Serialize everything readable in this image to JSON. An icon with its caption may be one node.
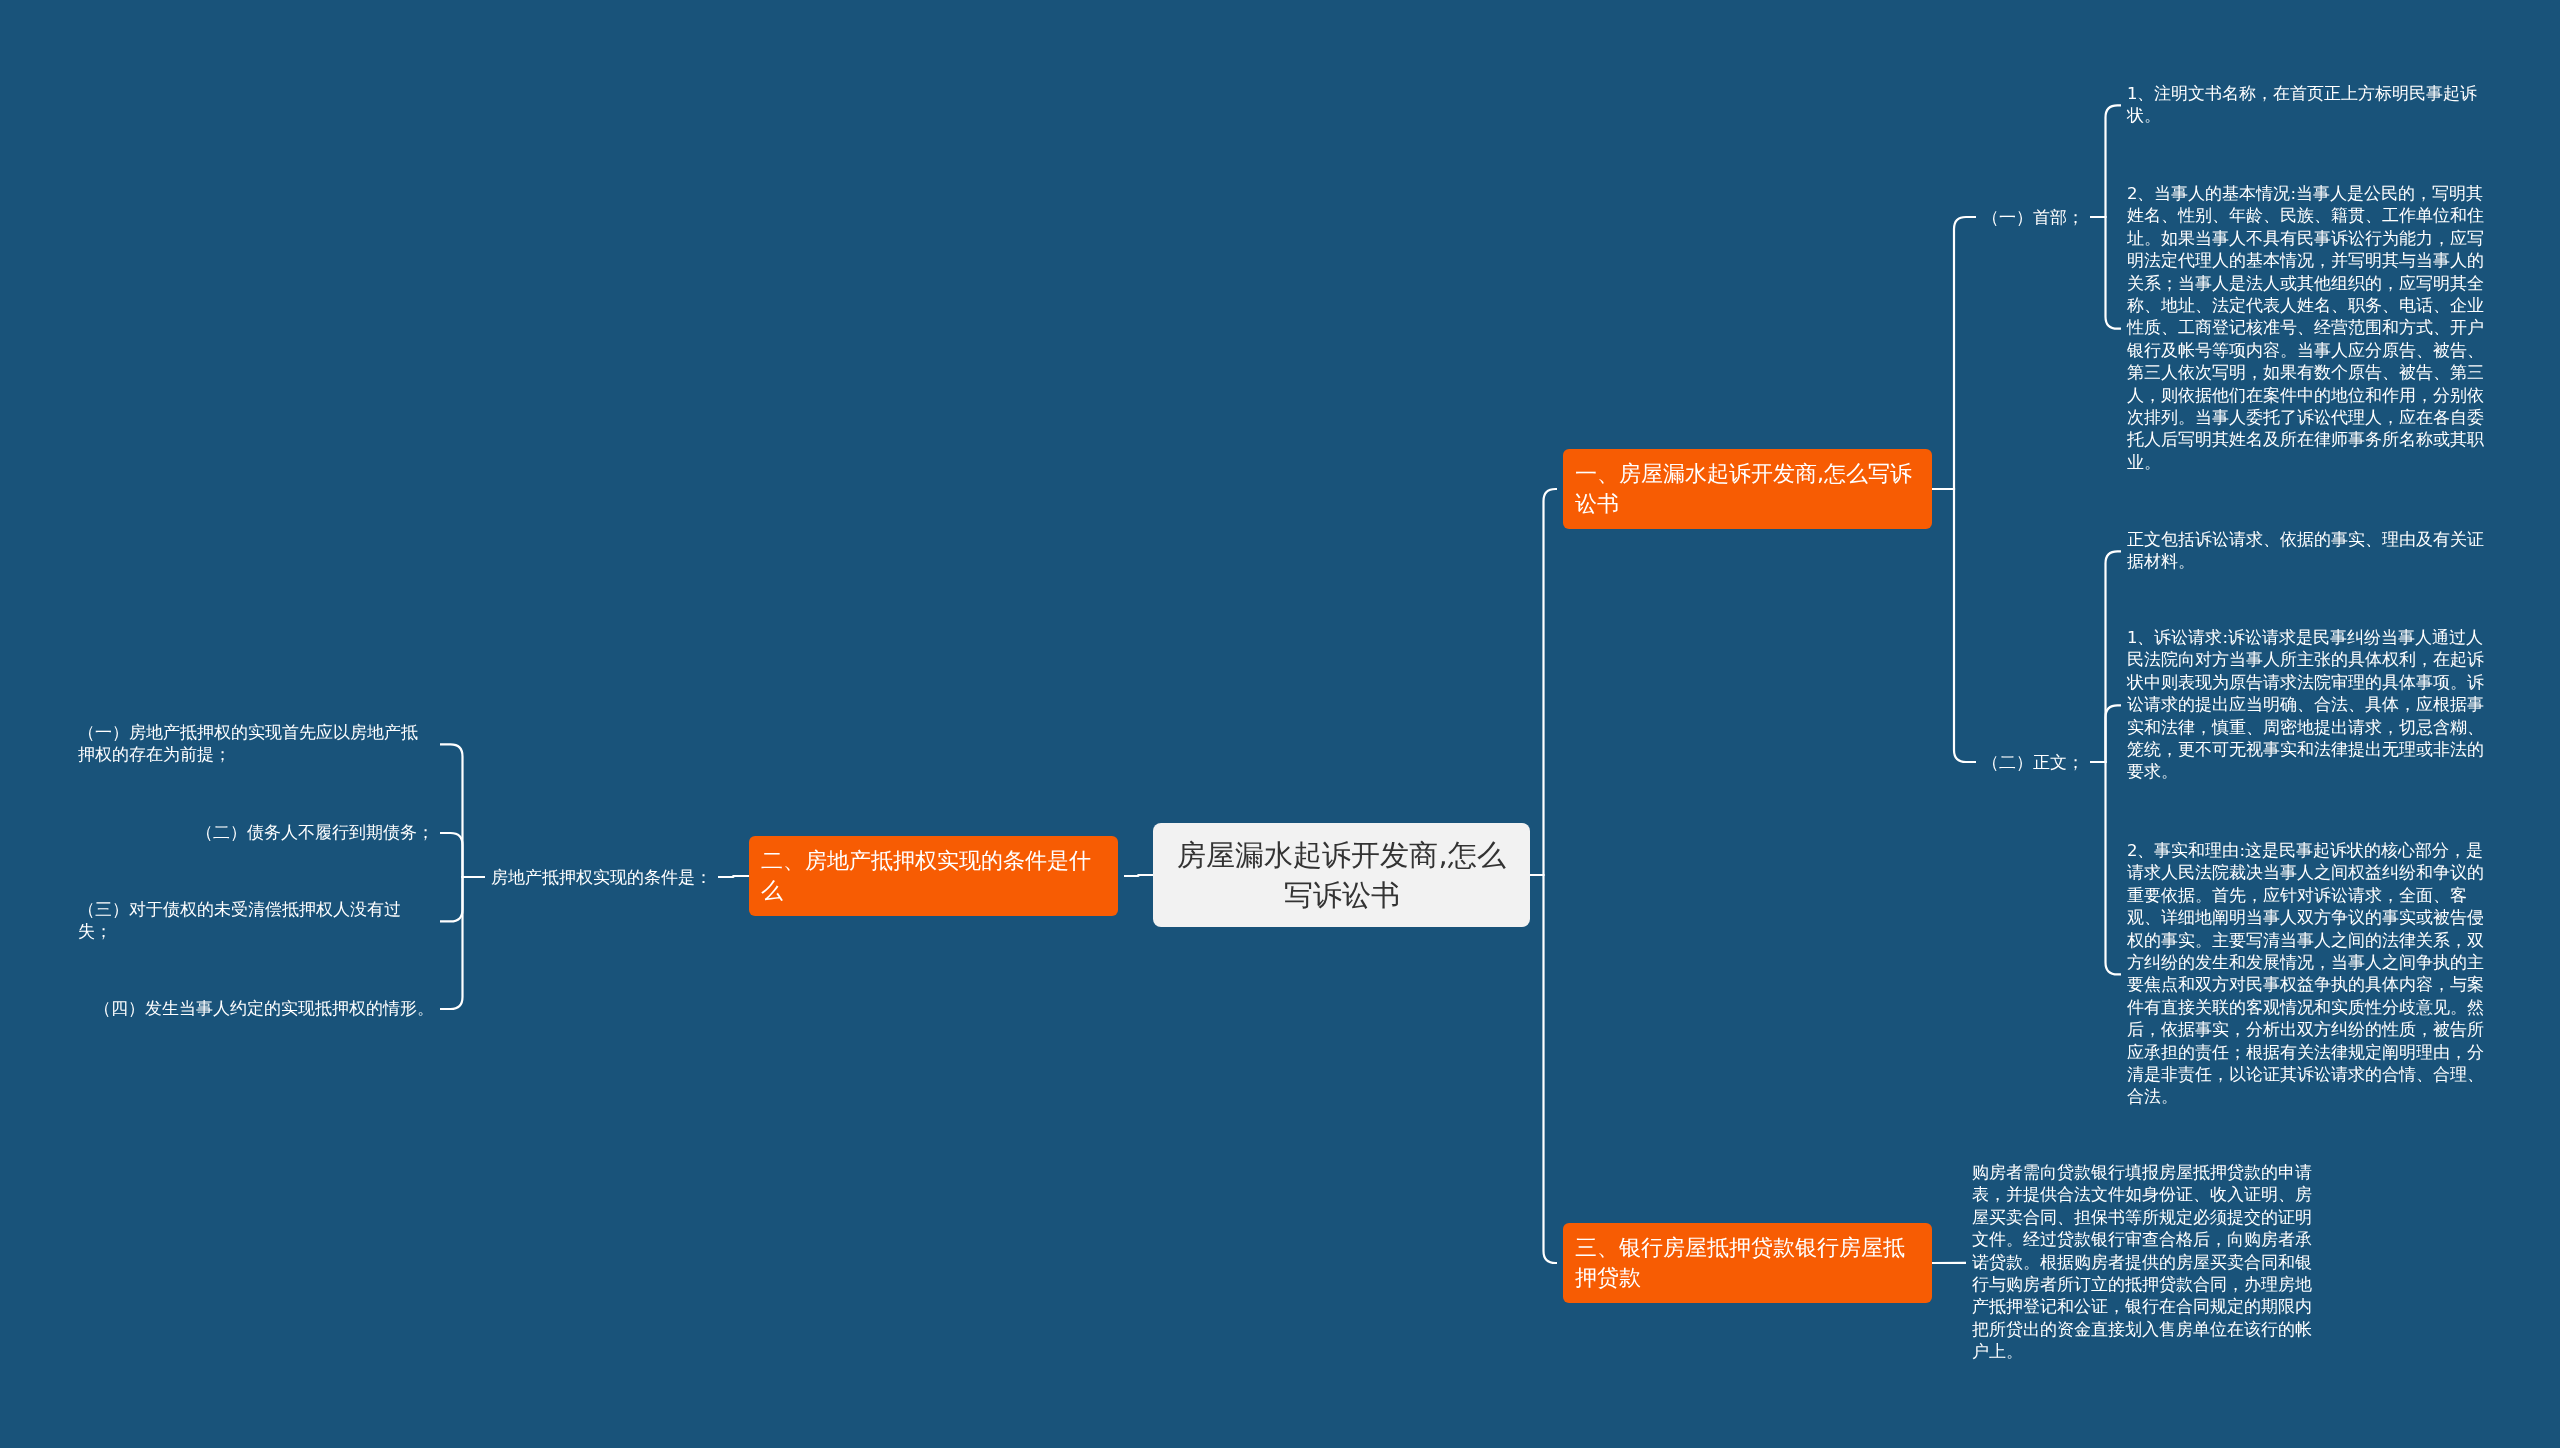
{
  "diagram": {
    "nodes": [
      {
        "text": [
          "房屋漏水起诉开发商,怎么写诉讼书"
        ]
      },
      {
        "text": [
          "一、房屋漏水起诉开发商,怎么写诉讼书"
        ]
      },
      {
        "text": [
          "（一）首部；"
        ]
      },
      {
        "text": [
          "1、注明文书名称，在首页正上方标明民事起诉状。"
        ]
      },
      {
        "text": [
          "2、当事人的基本情况:当事人是公民的，写明其姓名、性别、年龄、民族、籍贯、工作单位和住址。如果当事人不具有民事诉讼行为能力，应写明法定代理人的基本情况，并写明其与当事人的关系；当事人是法人或其他组织的，应写明其全称、地址、法定代表人姓名、职务、电话、企业性质、工商登记核准号、经营范围和方式、开户银行及帐号等项内容。当事人应分原告、被告、第三人依次写明，如果有数个原告、被告、第三人，则依据他们在案件中的地位和作用，分别依次排列。当事人委托了诉讼代理人，应在各自委托人后写明其姓名及所在律师事务所名称或其职业。"
        ]
      },
      {
        "text": [
          "（二）正文；"
        ]
      },
      {
        "text": [
          "正文包括诉讼请求、依据的事实、理由及有关证据材料。"
        ]
      },
      {
        "text": [
          "1、诉讼请求:诉讼请求是民事纠纷当事人通过人民法院向对方当事人所主张的具体权利，在起诉状中则表现为原告请求法院审理的具体事项。诉讼请求的提出应当明确、合法、具体，应根据事实和法律，慎重、周密地提出请求，切忌含糊、笼统，更不可无视事实和法律提出无理或非法的要求。"
        ]
      },
      {
        "text": [
          "2、事实和理由:这是民事起诉状的核心部分，是请求人民法院裁决当事人之间权益纠纷和争议的重要依据。首先，应针对诉讼请求，全面、客观、详细地阐明当事人双方争议的事实或被告侵权的事实。主要写清当事人之间的法律关系，双方纠纷的发生和发展情况，当事人之间争执的主要焦点和双方对民事权益争执的具体内容，与案件有直接关联的客观情况和实质性分歧意见。然后，依据事实，分析出双方纠纷的性质，被告所应承担的责任；根据有关法律规定阐明理由，分清是非责任，以论证其诉讼请求的合情、合理、合法。"
        ]
      },
      {
        "text": [
          "三、银行房屋抵押贷款银行房屋抵押贷款"
        ]
      },
      {
        "text": [
          "购房者需向贷款银行填报房屋抵押贷款的申请表，并提供合法文件如身份证、收入证明、房屋买卖合同、担保书等所规定必须提交的证明文件。经过贷款银行审查合格后，向购房者承诺贷款。根据购房者提供的房屋买卖合同和银行与购房者所订立的抵押贷款合同，办理房地产抵押登记和公证，银行在合同规定的期限内把所贷出的资金直接划入售房单位在该行的帐户上。"
        ]
      },
      {
        "text": [
          "二、房地产抵押权实现的条件是什么"
        ]
      },
      {
        "text": [
          "房地产抵押权实现的条件是："
        ]
      },
      {
        "text": [
          "（一）房地产抵押权的实现首先应以房地产抵押权的存在为前提；"
        ]
      },
      {
        "text": [
          "（二）债务人不履行到期债务；"
        ]
      },
      {
        "text": [
          "（三）对于债权的未受清偿抵押权人没有过失；"
        ]
      },
      {
        "text": [
          "（四）发生当事人约定的实现抵押权的情形。"
        ]
      }
    ],
    "edges": [
      {
        "from": 0,
        "to": 1,
        "arrow": "none"
      },
      {
        "from": 0,
        "to": 9,
        "arrow": "none"
      },
      {
        "from": 0,
        "to": 11,
        "arrow": "none"
      },
      {
        "from": 1,
        "to": 2,
        "arrow": "none"
      },
      {
        "from": 1,
        "to": 5,
        "arrow": "none"
      },
      {
        "from": 2,
        "to": 3,
        "arrow": "none"
      },
      {
        "from": 2,
        "to": 4,
        "arrow": "none"
      },
      {
        "from": 5,
        "to": 6,
        "arrow": "none"
      },
      {
        "from": 5,
        "to": 7,
        "arrow": "none"
      },
      {
        "from": 5,
        "to": 8,
        "arrow": "none"
      },
      {
        "from": 9,
        "to": 10,
        "arrow": "none"
      },
      {
        "from": 11,
        "to": 12,
        "arrow": "none"
      },
      {
        "from": 12,
        "to": 13,
        "arrow": "none"
      },
      {
        "from": 12,
        "to": 14,
        "arrow": "none"
      },
      {
        "from": 12,
        "to": 15,
        "arrow": "none"
      },
      {
        "from": 12,
        "to": 16,
        "arrow": "none"
      }
    ]
  }
}
